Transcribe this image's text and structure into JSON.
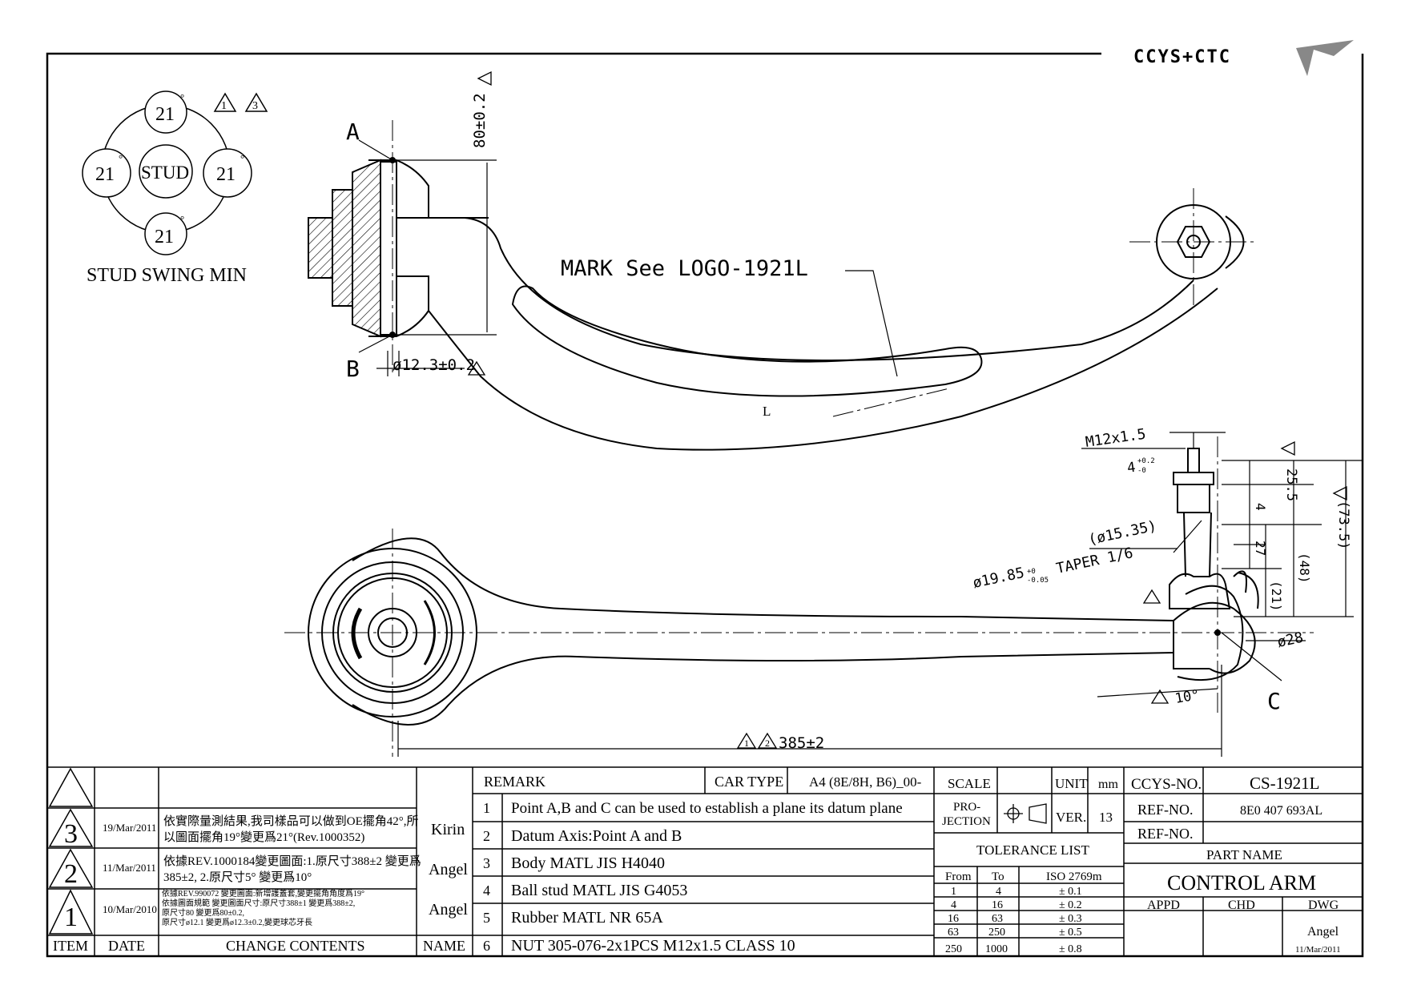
{
  "brand": {
    "text": "CCYS+CTC"
  },
  "swing": {
    "angles": [
      "21",
      "21",
      "21",
      "21"
    ],
    "degree": "°",
    "center": "STUD",
    "caption": "STUD SWING MIN",
    "revs": [
      "1",
      "3"
    ]
  },
  "labels": {
    "A": "A",
    "B": "B",
    "C": "C",
    "L": "L",
    "mark": "MARK See LOGO-1921L",
    "dim_height": "80±0.2",
    "dim_bore": "ø12.3±0.2",
    "dim_length": "385±2",
    "m12": "M12x1.5",
    "four_tol": "4",
    "four_tol_sup": "+0.2",
    "four_tol_sub": "-0",
    "d1535": "(ø15.35)",
    "d1985": "ø19.85",
    "d1985_sup": "+0",
    "d1985_sub": "-0.05",
    "taper": "TAPER 1/6",
    "d28": "ø28",
    "angle10": "10°",
    "v255": "25.5",
    "v735": "(73.5)",
    "v4": "4",
    "v27": "27",
    "v48": "(48)",
    "v21": "(21)"
  },
  "revisions": [
    {
      "rev": "3",
      "date": "19/Mar/2011",
      "content": [
        "依實際量測結果,我司樣品可以做到OE擺角42°,所",
        "以圖面擺角19°變更爲21°(Rev.1000352)"
      ],
      "name": "Kirin"
    },
    {
      "rev": "2",
      "date": "11/Mar/2011",
      "content": [
        "依據REV.1000184變更圖面:1.原尺寸388±2 變更爲",
        "385±2, 2.原尺寸5° 變更爲10°"
      ],
      "name": "Angel"
    },
    {
      "rev": "1",
      "date": "10/Mar/2010",
      "content": [
        "依據REV.990072 變更圖面:新增護蓋套,變更擺角角度爲19°",
        "依據圖面規範 變更圖面尺寸:原尺寸388±1 變更爲388±2,",
        "原尺寸80 變更爲80±0.2,",
        "原尺寸ø12.1 變更爲ø12.3±0.2,變更球芯牙長"
      ],
      "name": "Angel"
    }
  ],
  "rev_headers": {
    "item": "ITEM",
    "date": "DATE",
    "content": "CHANGE CONTENTS",
    "name": "NAME"
  },
  "remarks": {
    "title": "REMARK",
    "car_type_label": "CAR TYPE",
    "car_type": "A4 (8E/8H, B6)_00-",
    "items": [
      {
        "no": "1",
        "text": "Point A,B and C can be used to establish a plane its datum plane"
      },
      {
        "no": "2",
        "text": "Datum Axis:Point A and B"
      },
      {
        "no": "3",
        "text": "Body MATL JIS H4040"
      },
      {
        "no": "4",
        "text": "Ball stud MATL JIS G4053"
      },
      {
        "no": "5",
        "text": "Rubber MATL NR 65A"
      },
      {
        "no": "6",
        "text": "NUT 305-076-2x1PCS M12x1.5 CLASS 10"
      }
    ]
  },
  "titleblock": {
    "scale_label": "SCALE",
    "unit_label": "UNIT",
    "unit": "mm",
    "projection_label": [
      "PRO-",
      "JECTION"
    ],
    "ver_label": "VER.",
    "ver": "13",
    "tolerance_title": "TOLERANCE LIST",
    "tol_headers": [
      "From",
      "To",
      "ISO 2769m"
    ],
    "tol_rows": [
      [
        "1",
        "4",
        "± 0.1"
      ],
      [
        "4",
        "16",
        "± 0.2"
      ],
      [
        "16",
        "63",
        "± 0.3"
      ],
      [
        "63",
        "250",
        "± 0.5"
      ],
      [
        "250",
        "1000",
        "± 0.8"
      ]
    ],
    "ccys_no_label": "CCYS-NO.",
    "ccys_no": "CS-1921L",
    "ref_no_label": "REF-NO.",
    "ref_no": "8E0 407 693AL",
    "ref_no2_label": "REF-NO.",
    "part_name_label": "PART NAME",
    "part_name": "CONTROL ARM",
    "appd": "APPD",
    "chd": "CHD",
    "dwg": "DWG",
    "drawer": "Angel",
    "dwg_date": "11/Mar/2011"
  }
}
